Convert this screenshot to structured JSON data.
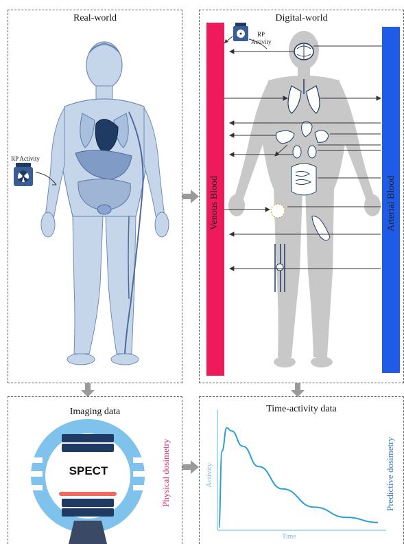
{
  "panels": {
    "real_world": {
      "title": "Real-world",
      "rp_label": "RP Activity"
    },
    "digital_world": {
      "title": "Digital-world",
      "rp_label_line1": "RP",
      "rp_label_line2": "Activity",
      "venous_label": "Venous Blood",
      "arterial_label": "Arterial Blood"
    },
    "imaging": {
      "title": "Imaging data",
      "scanner_label": "SPECT",
      "side_label": "Physical dosimetry"
    },
    "tac": {
      "title": "Time-activity data",
      "ylabel": "Activity",
      "xlabel": "Time",
      "side_label": "Predictive dosimetry"
    }
  },
  "colors": {
    "venous": "#ee1b5c",
    "arterial": "#1e5be6",
    "body_blue": "#c6d6ea",
    "silhouette": "#c8c8c8",
    "curve": "#2a9fd6",
    "physical_label": "#e0336f",
    "predictive_label": "#3a7fd0",
    "scanner_ring": "#7fc3ec",
    "scanner_dark": "#1f3b63"
  },
  "chart_data": {
    "type": "line",
    "title": "Time-activity data",
    "xlabel": "Time",
    "ylabel": "Activity",
    "x": [
      0,
      0.02,
      0.05,
      0.08,
      0.15,
      0.25,
      0.4,
      0.6,
      0.8,
      1.0
    ],
    "series": [
      {
        "values": [
          0,
          0.75,
          0.98,
          0.95,
          0.8,
          0.6,
          0.38,
          0.2,
          0.1,
          0.05
        ]
      }
    ]
  }
}
